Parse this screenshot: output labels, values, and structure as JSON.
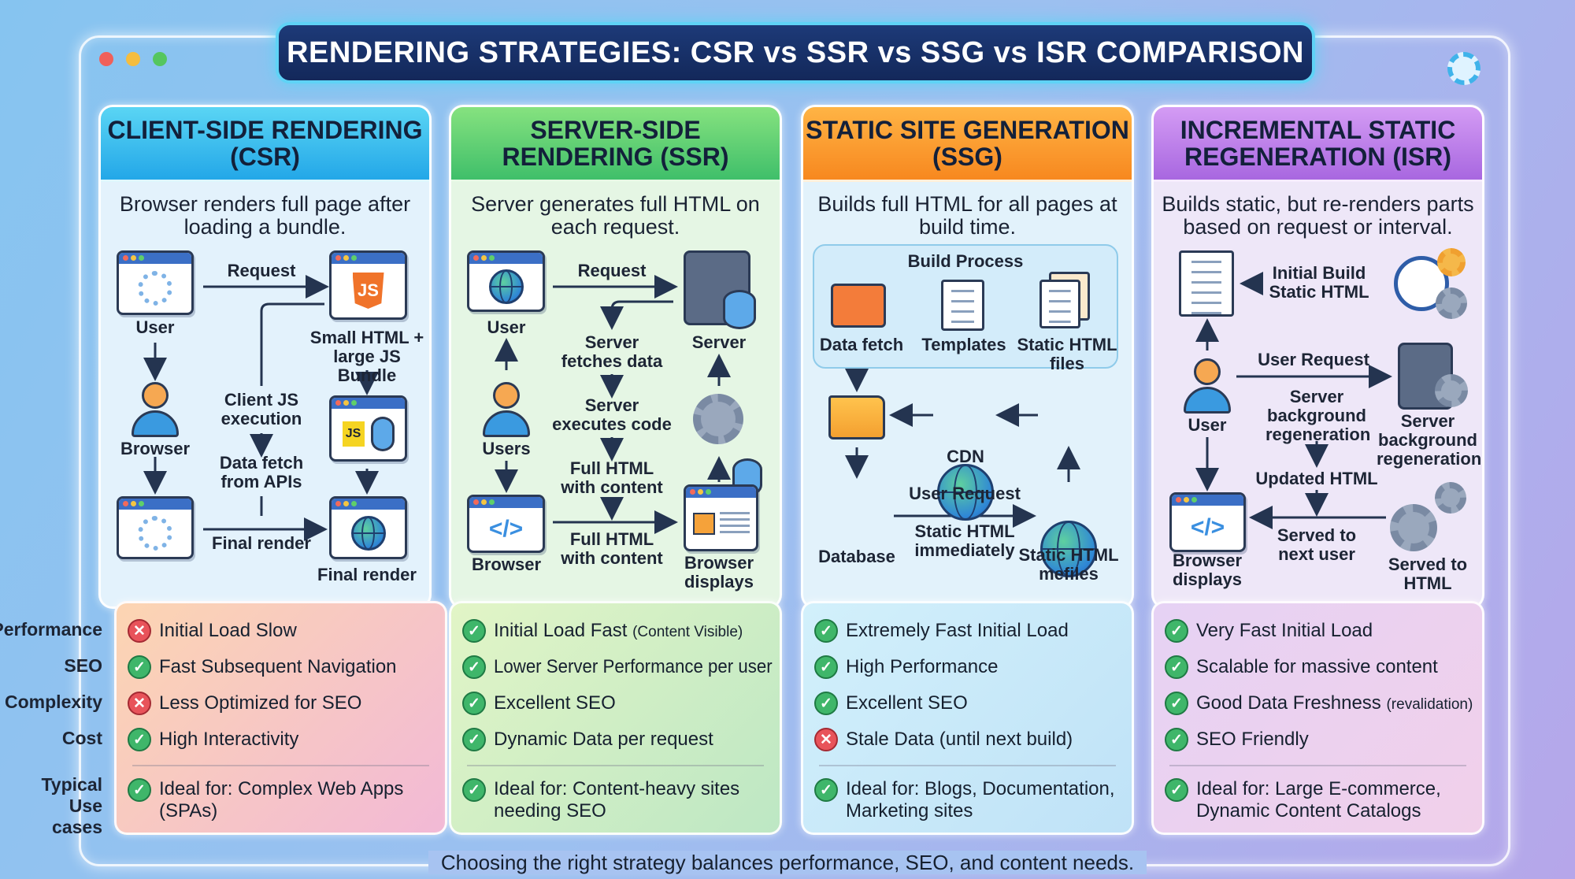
{
  "title": "RENDERING STRATEGIES: CSR vs SSR vs SSG vs ISR COMPARISON",
  "window_controls": [
    "close",
    "minimize",
    "maximize"
  ],
  "settings_icon": "gear-icon",
  "columns": [
    {
      "title": "CLIENT-SIDE RENDERING (CSR)",
      "description": "Browser renders full page after loading a bundle.",
      "accent": "#2ab0ea",
      "labels": {
        "user": "User",
        "request": "Request",
        "bundle": "Small HTML + large JS Bundle",
        "browser": "Browser",
        "client_js": "Client JS execution",
        "data_fetch": "Data fetch from APIs",
        "final_render_mid": "Final render",
        "final_render": "Final render",
        "js": "JS"
      }
    },
    {
      "title": "SERVER-SIDE RENDERING (SSR)",
      "description": "Server generates full HTML on each request.",
      "accent": "#4cc46e",
      "labels": {
        "user": "User",
        "request": "Request",
        "server": "Server",
        "fetches": "Server fetches data",
        "executes": "Server executes code",
        "full_html_1": "Full HTML with content",
        "full_html_2": "Full HTML with content",
        "users": "Users",
        "browser": "Browser",
        "browser_displays": "Browser displays"
      }
    },
    {
      "title": "STATIC SITE GENERATION (SSG)",
      "description": "Builds full HTML for all pages at build time.",
      "accent": "#f8961f",
      "labels": {
        "build_process": "Build Process",
        "data_fetch": "Data fetch",
        "templates": "Templates",
        "static_files": "Static HTML files",
        "cdn": "CDN",
        "database": "Database",
        "user_request": "User Request",
        "immediately": "Static HTML immediately",
        "mefiles": "Static HTML mefiles"
      }
    },
    {
      "title": "INCREMENTAL STATIC REGENERATION (ISR)",
      "description": "Builds static, but re-renders parts based on request or interval.",
      "accent": "#b277e6",
      "labels": {
        "initial_build": "Initial Build Static HTML",
        "user": "User",
        "user_request": "User Request",
        "bg_regen_mid": "Server background regeneration",
        "bg_regen": "Server background regeneration",
        "updated": "Updated HTML",
        "served_next": "Served to next user",
        "browser_displays": "Browser displays",
        "served_html": "Served to HTML"
      }
    }
  ],
  "row_labels": [
    "Performance",
    "SEO",
    "Complexity",
    "Cost",
    "Typical Use cases"
  ],
  "cards": [
    {
      "items": [
        {
          "status": "bad",
          "text": "Initial Load Slow"
        },
        {
          "status": "good",
          "text": "Fast Subsequent Navigation"
        },
        {
          "status": "bad",
          "text": "Less Optimized for SEO"
        },
        {
          "status": "good",
          "text": "High Interactivity"
        }
      ],
      "ideal": "Ideal for: Complex Web Apps (SPAs)"
    },
    {
      "items": [
        {
          "status": "good",
          "text": "Initial Load Fast",
          "note": "(Content Visible)"
        },
        {
          "status": "good",
          "text": "Lower Server Performance per user"
        },
        {
          "status": "good",
          "text": "Excellent SEO"
        },
        {
          "status": "good",
          "text": "Dynamic Data per request"
        }
      ],
      "ideal": "Ideal for: Content-heavy sites needing SEO"
    },
    {
      "items": [
        {
          "status": "good",
          "text": "Extremely Fast Initial Load"
        },
        {
          "status": "good",
          "text": "High Performance"
        },
        {
          "status": "good",
          "text": "Excellent SEO"
        },
        {
          "status": "bad",
          "text": "Stale Data (until next build)"
        }
      ],
      "ideal": "Ideal for: Blogs, Documentation, Marketing sites"
    },
    {
      "items": [
        {
          "status": "good",
          "text": "Very Fast Initial Load"
        },
        {
          "status": "good",
          "text": "Scalable for massive content"
        },
        {
          "status": "good",
          "text": "Good Data Freshness",
          "note": "(revalidation)"
        },
        {
          "status": "good",
          "text": "SEO Friendly"
        }
      ],
      "ideal": "Ideal for: Large E-commerce, Dynamic Content Catalogs"
    }
  ],
  "status_glyphs": {
    "good": "✓",
    "bad": "✕"
  },
  "footer": "Choosing the right strategy balances performance, SEO, and content needs."
}
